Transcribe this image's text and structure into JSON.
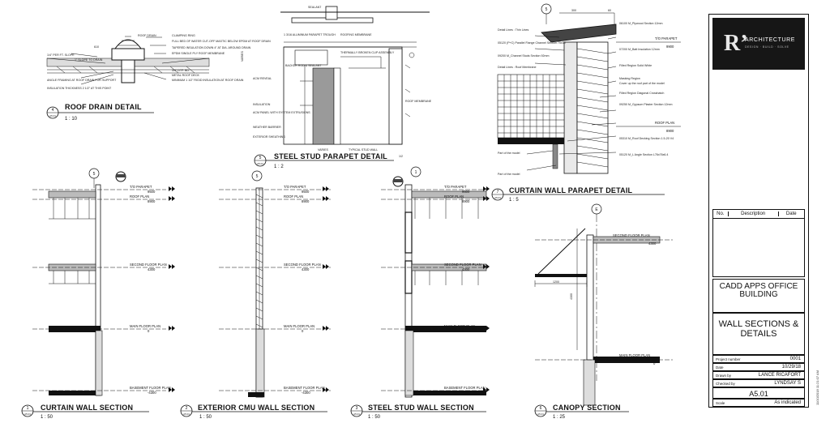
{
  "details": {
    "roof_drain": {
      "number": "4",
      "sheet": "A5.01",
      "title": "ROOF DRAIN DETAIL",
      "scale": "1 : 10",
      "notes": [
        "ROOF DRAIN",
        "CLAMPING RING",
        "FULL BED OF WATER CUT-OFF MASTIC BELOW EPDM AT ROOF DRAIN",
        "TAPERED INSULATION DOWN 4\" AT DIA. AROUND DRAIN",
        "EPDM SINGLE PLY ROOF MEMBRANE",
        "3/4\" DTP. BD.",
        "METAL ROOF DECK",
        "MINIMUM 1 1/2\" RIGID INSULATION AT ROOF DRAIN",
        "ANGLE FRAMING AT ROOF DRAIN FOR SUPPORT",
        "INSULATION THICKNESS 2 1/2\" AT THIS POINT",
        "1/4\" PER FT. SLOPE",
        "1\" SLOPE TO DRAIN",
        "610"
      ]
    },
    "steel_stud_parapet": {
      "number": "5",
      "sheet": "A5.01",
      "title": "STEEL STUD PARAPET DETAIL",
      "scale": "1 : 2",
      "notes": [
        "SEALANT",
        "1 3/16 ALUMINUM PARAPET TROUGH",
        "ROOFING MEMBRANE",
        "THERMALLY BROKEN CLIP ASSEMBLY",
        "ACM PANEL WITH SYSTEM EXTRUSIONS",
        "ACM REVEAL",
        "INSULATION",
        "WEATHER BARRIER",
        "EXTERIOR SHEATHING",
        "ROOF MEMBRANE",
        "VARIES",
        "TYPICAL STUD WALL",
        "VARIES",
        "BACKER ROD & SEALANT",
        "1/2"
      ]
    },
    "curtain_wall_parapet": {
      "number": "7",
      "sheet": "A5.01",
      "title": "CURTAIN WALL PARAPET DETAIL",
      "scale": "1 : 5",
      "dims": [
        "300",
        "60"
      ],
      "notes": [
        "Detail Lines : Thin Lines",
        "06100 M_Plywood Section 12mm",
        "05120 (P+C) Parallel Flange Channel Section 75x35",
        "09200 M_Channel Studs Section 92mm",
        "07200 M_Batt Insulation 12mm",
        "Filled Region Solid White",
        "Masking Region",
        "Cover up the roof part of the model",
        "Filled Region Diagonal Crosshatch",
        "09250 M_Gypsum Plaster Section 12mm",
        "05310 M_Roof Decking Section 1.5-20 V4",
        "05120 M_L Angle Section L76x76x6.4",
        "Part of the model",
        "Detail Lines : Roof Membrane"
      ],
      "levels": [
        {
          "name": "T/O PARAPET",
          "value": "9900"
        },
        {
          "name": "ROOF PLAN",
          "value": "8900"
        }
      ]
    },
    "curtain_wall_section": {
      "number": "1",
      "sheet": "A5.01",
      "title": "CURTAIN WALL SECTION",
      "scale": "1 : 50",
      "callout": "5",
      "levels": [
        {
          "name": "T/O PARAPET",
          "value": "9500"
        },
        {
          "name": "ROOF PLAN",
          "value": "8900"
        },
        {
          "name": "SECOND FLOOR PLAN",
          "value": "4300"
        },
        {
          "name": "MAIN FLOOR PLAN",
          "value": "0"
        },
        {
          "name": "BASEMENT FLOOR PLAN",
          "value": "-4300"
        }
      ]
    },
    "cmu_wall_section": {
      "number": "2",
      "sheet": "A5.01",
      "title": "EXTERIOR CMU WALL SECTION",
      "scale": "1 : 50",
      "callout": "5",
      "levels": [
        {
          "name": "T/O PARAPET",
          "value": "9500"
        },
        {
          "name": "ROOF PLAN",
          "value": "8900"
        },
        {
          "name": "SECOND FLOOR PLAN",
          "value": "4300"
        },
        {
          "name": "MAIN FLOOR PLAN",
          "value": "0"
        },
        {
          "name": "BASEMENT FLOOR PLAN",
          "value": "-4300"
        }
      ]
    },
    "steel_stud_section": {
      "number": "3",
      "sheet": "A5.01",
      "title": "STEEL STUD WALL SECTION",
      "scale": "1 : 50",
      "callout": "1",
      "levels": [
        {
          "name": "T/O PARAPET",
          "value": "9500"
        },
        {
          "name": "ROOF PLAN",
          "value": "8900"
        },
        {
          "name": "SECOND FLOOR PLAN",
          "value": "4300"
        },
        {
          "name": "MAIN FLOOR PLAN",
          "value": "0"
        },
        {
          "name": "BASEMENT FLOOR PLAN",
          "value": "-4300"
        }
      ]
    },
    "canopy_section": {
      "number": "6",
      "sheet": "A5.01",
      "title": "CANOPY SECTION",
      "scale": "1 : 25",
      "grid": "E",
      "dims": [
        "1200",
        "4300"
      ],
      "levels": [
        {
          "name": "SECOND FLOOR PLAN",
          "value": "4300"
        },
        {
          "name": "MAIN FLOOR PLAN",
          "value": "0"
        }
      ]
    }
  },
  "title_block": {
    "logo_name": "ARCHITECTURE",
    "logo_tag": "DESIGN · BUILD · SOLVE",
    "revision_headers": [
      "No.",
      "Description",
      "Date"
    ],
    "project_name": "CADD APPS OFFICE BUILDING",
    "sheet_name": "WALL SECTIONS & DETAILS",
    "fields": [
      {
        "label": "Project number",
        "value": "0001"
      },
      {
        "label": "Date",
        "value": "10/29/18"
      },
      {
        "label": "Drawn by",
        "value": "LANCE RICAFORT"
      },
      {
        "label": "Checked by",
        "value": "LYNDSAY S"
      }
    ],
    "sheet_number": "A5.01",
    "scale_label": "Scale",
    "scale_value": "As indicated",
    "plot_stamp": "11/10/2018 11:21:07 AM"
  }
}
